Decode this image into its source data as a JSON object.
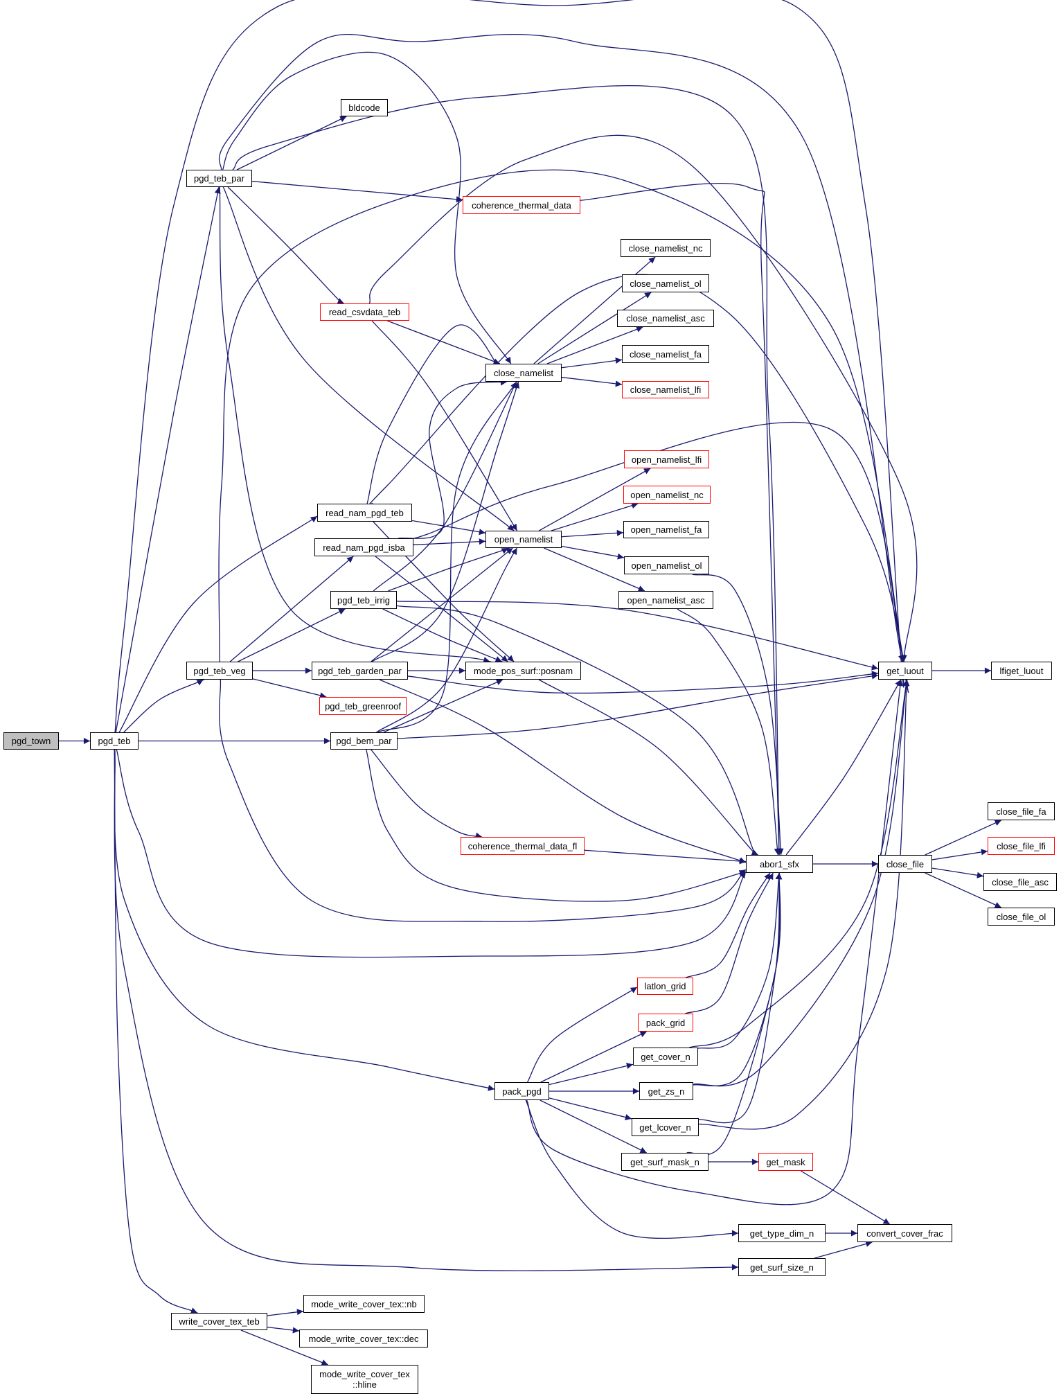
{
  "graph": {
    "title": "Call graph of pgd_town",
    "edge_color": "#191970",
    "external_border_color": "#ff0000",
    "root_fill_color": "#bfbfbf",
    "nodes": [
      {
        "id": "pgd_town",
        "label": "pgd_town",
        "kind": "root"
      },
      {
        "id": "pgd_teb",
        "label": "pgd_teb",
        "kind": "normal"
      },
      {
        "id": "pgd_teb_par",
        "label": "pgd_teb_par",
        "kind": "normal"
      },
      {
        "id": "bldcode",
        "label": "bldcode",
        "kind": "normal"
      },
      {
        "id": "coherence_thermal_data",
        "label": "coherence_thermal_data",
        "kind": "external"
      },
      {
        "id": "read_csvdata_teb",
        "label": "read_csvdata_teb",
        "kind": "external"
      },
      {
        "id": "close_namelist",
        "label": "close_namelist",
        "kind": "normal"
      },
      {
        "id": "close_namelist_nc",
        "label": "close_namelist_nc",
        "kind": "normal"
      },
      {
        "id": "close_namelist_ol",
        "label": "close_namelist_ol",
        "kind": "normal"
      },
      {
        "id": "close_namelist_asc",
        "label": "close_namelist_asc",
        "kind": "normal"
      },
      {
        "id": "close_namelist_fa",
        "label": "close_namelist_fa",
        "kind": "normal"
      },
      {
        "id": "close_namelist_lfi",
        "label": "close_namelist_lfi",
        "kind": "external"
      },
      {
        "id": "open_namelist_lfi",
        "label": "open_namelist_lfi",
        "kind": "external"
      },
      {
        "id": "open_namelist_nc",
        "label": "open_namelist_nc",
        "kind": "external"
      },
      {
        "id": "open_namelist_fa",
        "label": "open_namelist_fa",
        "kind": "normal"
      },
      {
        "id": "open_namelist_ol",
        "label": "open_namelist_ol",
        "kind": "normal"
      },
      {
        "id": "open_namelist_asc",
        "label": "open_namelist_asc",
        "kind": "normal"
      },
      {
        "id": "open_namelist",
        "label": "open_namelist",
        "kind": "normal"
      },
      {
        "id": "read_nam_pgd_teb",
        "label": "read_nam_pgd_teb",
        "kind": "normal"
      },
      {
        "id": "read_nam_pgd_isba",
        "label": "read_nam_pgd_isba",
        "kind": "normal"
      },
      {
        "id": "pgd_teb_irrig",
        "label": "pgd_teb_irrig",
        "kind": "normal"
      },
      {
        "id": "pgd_teb_veg",
        "label": "pgd_teb_veg",
        "kind": "normal"
      },
      {
        "id": "pgd_teb_garden_par",
        "label": "pgd_teb_garden_par",
        "kind": "normal"
      },
      {
        "id": "posnam",
        "label": "mode_pos_surf::posnam",
        "kind": "normal"
      },
      {
        "id": "pgd_teb_greenroof",
        "label": "pgd_teb_greenroof",
        "kind": "external"
      },
      {
        "id": "pgd_bem_par",
        "label": "pgd_bem_par",
        "kind": "normal"
      },
      {
        "id": "coherence_thermal_data_fl",
        "label": "coherence_thermal_data_fl",
        "kind": "external"
      },
      {
        "id": "abor1_sfx",
        "label": "abor1_sfx",
        "kind": "normal"
      },
      {
        "id": "get_luout",
        "label": "get_luout",
        "kind": "normal"
      },
      {
        "id": "lfiget_luout",
        "label": "lfiget_luout",
        "kind": "normal"
      },
      {
        "id": "close_file",
        "label": "close_file",
        "kind": "normal"
      },
      {
        "id": "close_file_fa",
        "label": "close_file_fa",
        "kind": "normal"
      },
      {
        "id": "close_file_lfi",
        "label": "close_file_lfi",
        "kind": "external"
      },
      {
        "id": "close_file_asc",
        "label": "close_file_asc",
        "kind": "normal"
      },
      {
        "id": "close_file_ol",
        "label": "close_file_ol",
        "kind": "normal"
      },
      {
        "id": "latlon_grid",
        "label": "latlon_grid",
        "kind": "external"
      },
      {
        "id": "pack_grid",
        "label": "pack_grid",
        "kind": "external"
      },
      {
        "id": "get_cover_n",
        "label": "get_cover_n",
        "kind": "normal"
      },
      {
        "id": "get_zs_n",
        "label": "get_zs_n",
        "kind": "normal"
      },
      {
        "id": "get_lcover_n",
        "label": "get_lcover_n",
        "kind": "normal"
      },
      {
        "id": "get_surf_mask_n",
        "label": "get_surf_mask_n",
        "kind": "normal"
      },
      {
        "id": "get_mask",
        "label": "get_mask",
        "kind": "external"
      },
      {
        "id": "pack_pgd",
        "label": "pack_pgd",
        "kind": "normal"
      },
      {
        "id": "get_type_dim_n",
        "label": "get_type_dim_n",
        "kind": "normal"
      },
      {
        "id": "get_surf_size_n",
        "label": "get_surf_size_n",
        "kind": "normal"
      },
      {
        "id": "convert_cover_frac",
        "label": "convert_cover_frac",
        "kind": "normal"
      },
      {
        "id": "write_cover_tex_teb",
        "label": "write_cover_tex_teb",
        "kind": "normal"
      },
      {
        "id": "mwct_nb",
        "label": "mode_write_cover_tex::nb",
        "kind": "normal"
      },
      {
        "id": "mwct_dec",
        "label": "mode_write_cover_tex::dec",
        "kind": "normal"
      },
      {
        "id": "mwct_hline",
        "label": "mode_write_cover_tex\n::hline",
        "kind": "normal"
      }
    ],
    "edges": [
      [
        "pgd_town",
        "pgd_teb"
      ],
      [
        "pgd_teb",
        "pgd_teb_par"
      ],
      [
        "pgd_teb",
        "get_luout"
      ],
      [
        "pgd_teb",
        "read_nam_pgd_teb"
      ],
      [
        "pgd_teb",
        "pgd_teb_veg"
      ],
      [
        "pgd_teb",
        "pgd_bem_par"
      ],
      [
        "pgd_teb",
        "abor1_sfx"
      ],
      [
        "pgd_teb",
        "pack_pgd"
      ],
      [
        "pgd_teb",
        "get_surf_size_n"
      ],
      [
        "pgd_teb",
        "write_cover_tex_teb"
      ],
      [
        "pgd_teb_par",
        "bldcode"
      ],
      [
        "pgd_teb_par",
        "coherence_thermal_data"
      ],
      [
        "pgd_teb_par",
        "read_csvdata_teb"
      ],
      [
        "pgd_teb_par",
        "close_namelist"
      ],
      [
        "pgd_teb_par",
        "open_namelist"
      ],
      [
        "pgd_teb_par",
        "posnam"
      ],
      [
        "pgd_teb_par",
        "abor1_sfx"
      ],
      [
        "pgd_teb_par",
        "get_luout"
      ],
      [
        "coherence_thermal_data",
        "abor1_sfx"
      ],
      [
        "read_csvdata_teb",
        "close_namelist"
      ],
      [
        "read_csvdata_teb",
        "open_namelist"
      ],
      [
        "read_csvdata_teb",
        "get_luout"
      ],
      [
        "close_namelist",
        "close_namelist_nc"
      ],
      [
        "close_namelist",
        "close_namelist_ol"
      ],
      [
        "close_namelist",
        "close_namelist_asc"
      ],
      [
        "close_namelist",
        "close_namelist_fa"
      ],
      [
        "close_namelist",
        "close_namelist_lfi"
      ],
      [
        "open_namelist",
        "open_namelist_lfi"
      ],
      [
        "open_namelist",
        "open_namelist_nc"
      ],
      [
        "open_namelist",
        "open_namelist_fa"
      ],
      [
        "open_namelist",
        "open_namelist_ol"
      ],
      [
        "open_namelist",
        "open_namelist_asc"
      ],
      [
        "open_namelist_ol",
        "abor1_sfx"
      ],
      [
        "open_namelist_asc",
        "abor1_sfx"
      ],
      [
        "read_nam_pgd_teb",
        "close_namelist"
      ],
      [
        "read_nam_pgd_teb",
        "open_namelist"
      ],
      [
        "read_nam_pgd_teb",
        "posnam"
      ],
      [
        "read_nam_pgd_teb",
        "get_luout"
      ],
      [
        "read_nam_pgd_isba",
        "close_namelist"
      ],
      [
        "read_nam_pgd_isba",
        "open_namelist"
      ],
      [
        "read_nam_pgd_isba",
        "posnam"
      ],
      [
        "read_nam_pgd_isba",
        "get_luout"
      ],
      [
        "pgd_teb_irrig",
        "close_namelist"
      ],
      [
        "pgd_teb_irrig",
        "open_namelist"
      ],
      [
        "pgd_teb_irrig",
        "posnam"
      ],
      [
        "pgd_teb_irrig",
        "abor1_sfx"
      ],
      [
        "pgd_teb_irrig",
        "get_luout"
      ],
      [
        "pgd_teb_veg",
        "read_nam_pgd_isba"
      ],
      [
        "pgd_teb_veg",
        "pgd_teb_irrig"
      ],
      [
        "pgd_teb_veg",
        "pgd_teb_garden_par"
      ],
      [
        "pgd_teb_veg",
        "pgd_teb_greenroof"
      ],
      [
        "pgd_teb_veg",
        "abor1_sfx"
      ],
      [
        "pgd_teb_veg",
        "get_luout"
      ],
      [
        "pgd_teb_garden_par",
        "close_namelist"
      ],
      [
        "pgd_teb_garden_par",
        "open_namelist"
      ],
      [
        "pgd_teb_garden_par",
        "posnam"
      ],
      [
        "pgd_teb_garden_par",
        "abor1_sfx"
      ],
      [
        "pgd_teb_garden_par",
        "get_luout"
      ],
      [
        "posnam",
        "abor1_sfx"
      ],
      [
        "pgd_bem_par",
        "close_namelist"
      ],
      [
        "pgd_bem_par",
        "open_namelist"
      ],
      [
        "pgd_bem_par",
        "posnam"
      ],
      [
        "pgd_bem_par",
        "coherence_thermal_data_fl"
      ],
      [
        "pgd_bem_par",
        "abor1_sfx"
      ],
      [
        "pgd_bem_par",
        "get_luout"
      ],
      [
        "coherence_thermal_data_fl",
        "abor1_sfx"
      ],
      [
        "abor1_sfx",
        "get_luout"
      ],
      [
        "abor1_sfx",
        "close_file"
      ],
      [
        "get_luout",
        "lfiget_luout"
      ],
      [
        "close_file",
        "close_file_fa"
      ],
      [
        "close_file",
        "close_file_lfi"
      ],
      [
        "close_file",
        "close_file_asc"
      ],
      [
        "close_file",
        "close_file_ol"
      ],
      [
        "pack_pgd",
        "latlon_grid"
      ],
      [
        "pack_pgd",
        "pack_grid"
      ],
      [
        "pack_pgd",
        "get_cover_n"
      ],
      [
        "pack_pgd",
        "get_zs_n"
      ],
      [
        "pack_pgd",
        "get_lcover_n"
      ],
      [
        "pack_pgd",
        "get_surf_mask_n"
      ],
      [
        "pack_pgd",
        "get_luout"
      ],
      [
        "pack_pgd",
        "get_type_dim_n"
      ],
      [
        "latlon_grid",
        "abor1_sfx"
      ],
      [
        "pack_grid",
        "abor1_sfx"
      ],
      [
        "get_cover_n",
        "abor1_sfx"
      ],
      [
        "get_cover_n",
        "get_luout"
      ],
      [
        "get_zs_n",
        "abor1_sfx"
      ],
      [
        "get_zs_n",
        "get_luout"
      ],
      [
        "get_lcover_n",
        "abor1_sfx"
      ],
      [
        "get_lcover_n",
        "get_luout"
      ],
      [
        "get_surf_mask_n",
        "abor1_sfx"
      ],
      [
        "get_surf_mask_n",
        "get_mask"
      ],
      [
        "get_mask",
        "convert_cover_frac"
      ],
      [
        "get_type_dim_n",
        "convert_cover_frac"
      ],
      [
        "get_surf_size_n",
        "convert_cover_frac"
      ],
      [
        "write_cover_tex_teb",
        "mwct_nb"
      ],
      [
        "write_cover_tex_teb",
        "mwct_dec"
      ],
      [
        "write_cover_tex_teb",
        "mwct_hline"
      ]
    ]
  }
}
